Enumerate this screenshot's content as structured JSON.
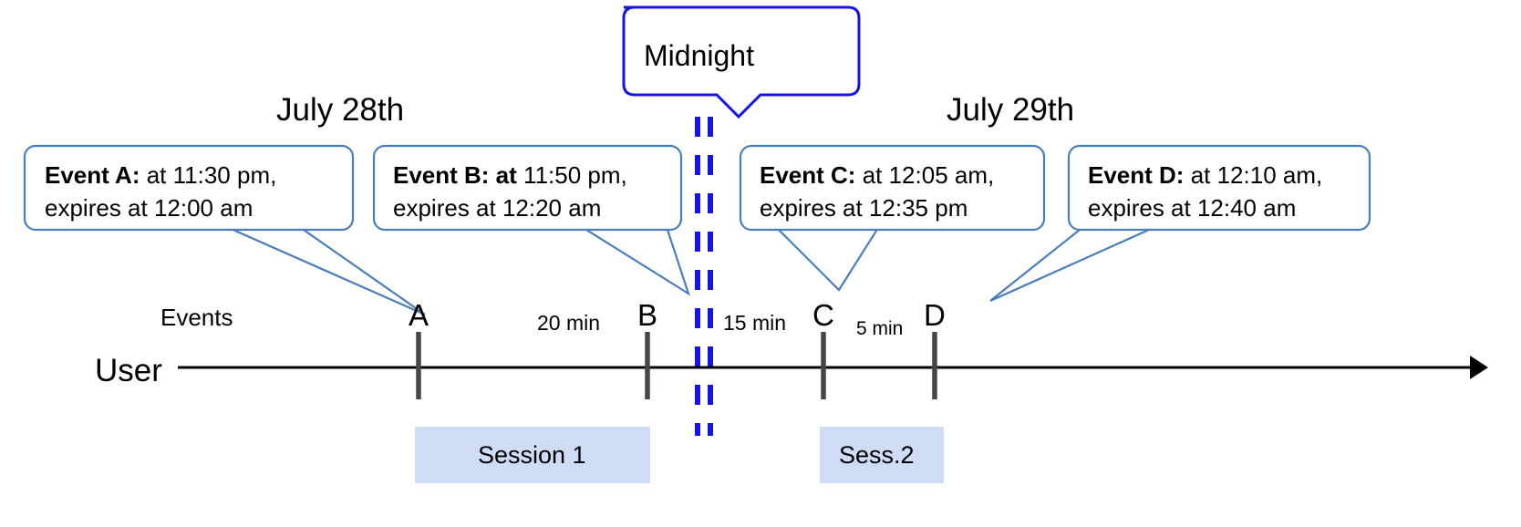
{
  "diagram": {
    "title_midnight": "Midnight",
    "days": [
      {
        "label": "July 28th"
      },
      {
        "label": "July 29th"
      }
    ],
    "row_labels": {
      "events": "Events",
      "user": "User"
    },
    "callouts": [
      {
        "id": "event-a",
        "bold": "Event A:",
        "rest": " at 11:30 pm,",
        "line2": "expires at 12:00 am"
      },
      {
        "id": "event-b",
        "bold": "Event B: at",
        "rest": " 11:50 pm,",
        "line2": "expires at 12:20 am"
      },
      {
        "id": "event-c",
        "bold": "Event C:",
        "rest": " at 12:05 am,",
        "line2": "expires at 12:35 pm"
      },
      {
        "id": "event-d",
        "bold": "Event D:",
        "rest": "  at 12:10 am,",
        "line2": "expires at 12:40 am"
      }
    ],
    "event_markers": [
      {
        "id": "marker-a",
        "label": "A"
      },
      {
        "id": "marker-b",
        "label": "B"
      },
      {
        "id": "marker-c",
        "label": "C"
      },
      {
        "id": "marker-d",
        "label": "D"
      }
    ],
    "intervals": [
      {
        "id": "interval-ab",
        "label": "20 min"
      },
      {
        "id": "interval-bc",
        "label": "15 min"
      },
      {
        "id": "interval-cd",
        "label": "5 min"
      }
    ],
    "sessions": [
      {
        "id": "session-1",
        "label": "Session 1"
      },
      {
        "id": "session-2",
        "label": "Sess.2"
      }
    ],
    "colors": {
      "callout_stroke": "#4a7ebb",
      "midnight_stroke": "#1414e6",
      "session_fill": "#cfdcf5",
      "tick": "#464646",
      "axis": "#000000"
    }
  }
}
